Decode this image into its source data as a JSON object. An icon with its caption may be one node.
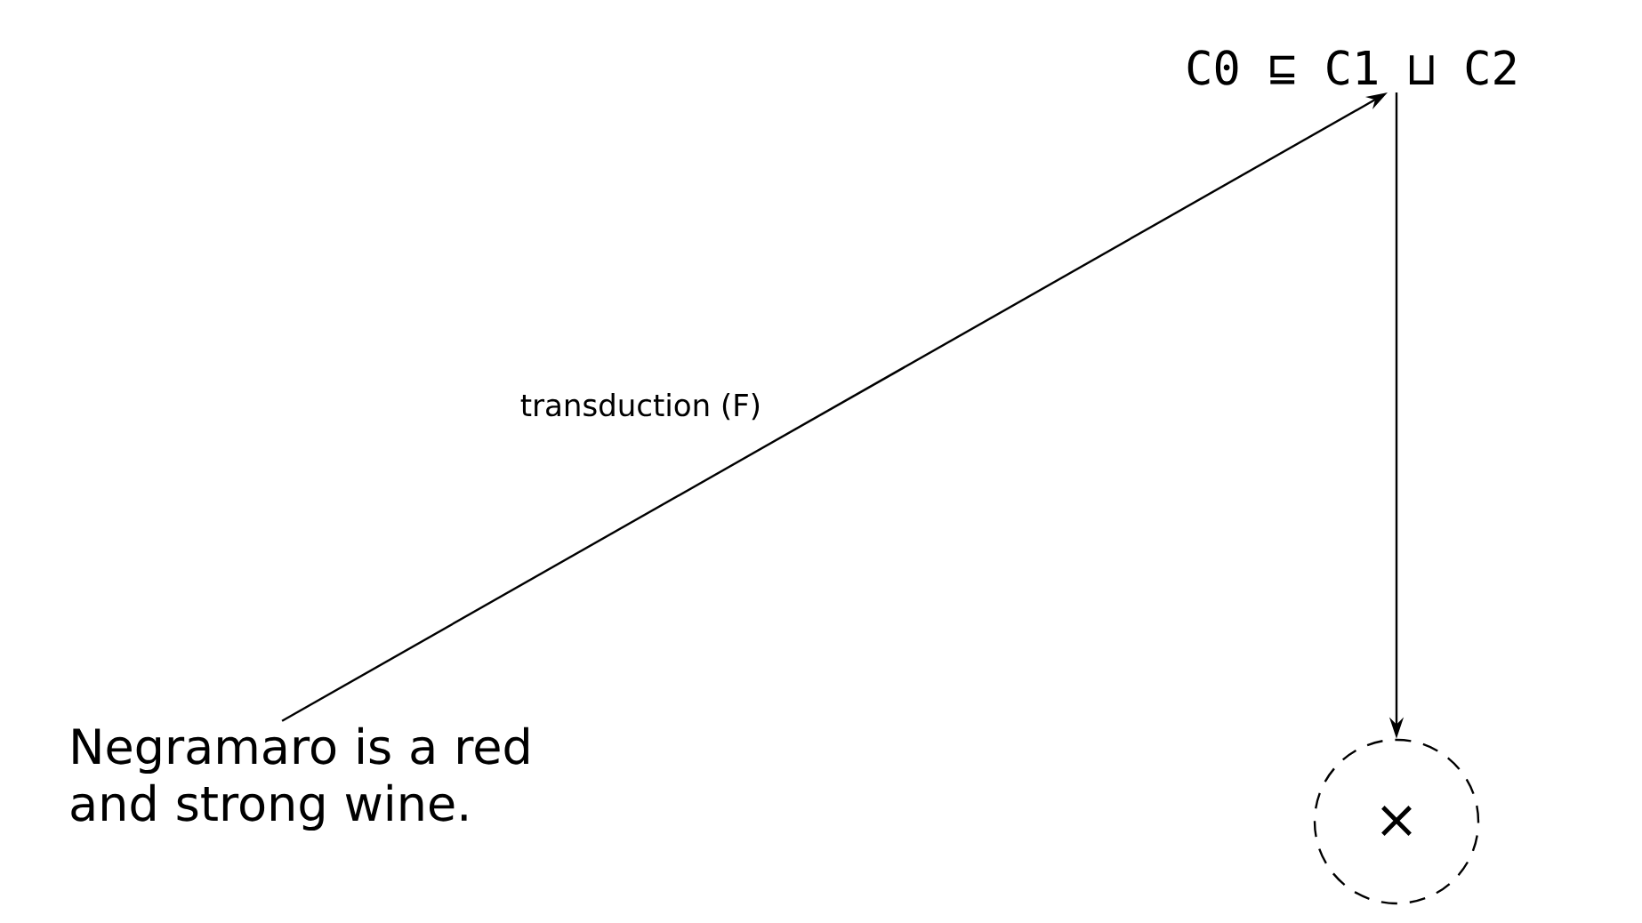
{
  "diagram": {
    "nodes": [
      {
        "text": [
          "Negramaro is a red and strong wine."
        ]
      },
      {
        "text": [
          "C0 ⊑ C1 ⊔ C2"
        ]
      },
      {
        "text": [
          "×"
        ]
      }
    ],
    "edges": [
      {
        "from": 0,
        "to": 1,
        "arrow": "to",
        "label": "transduction (F)"
      },
      {
        "from": 1,
        "to": 2,
        "arrow": "to"
      }
    ]
  }
}
